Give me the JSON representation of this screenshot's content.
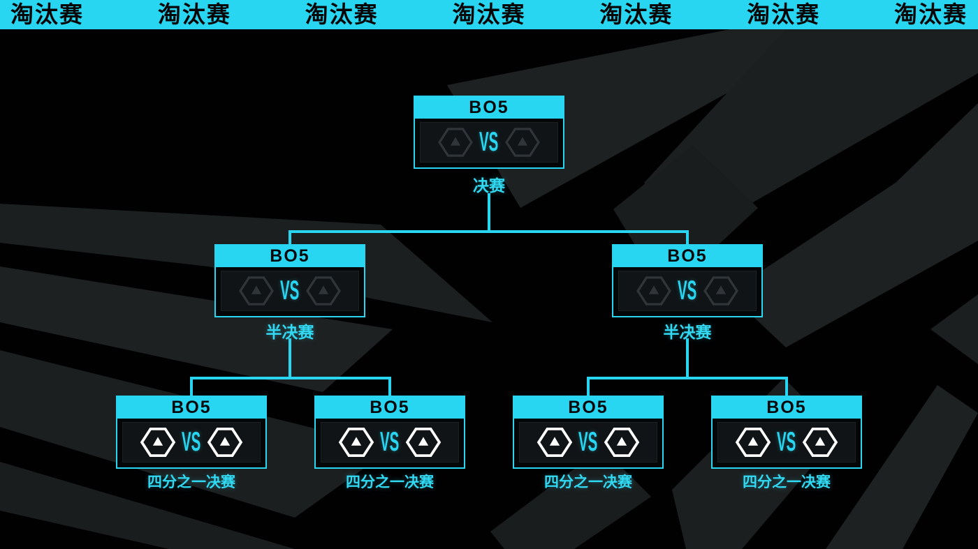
{
  "banner": {
    "items": [
      "淘汰赛",
      "淘汰赛",
      "淘汰赛",
      "淘汰赛",
      "淘汰赛",
      "淘汰赛",
      "淘汰赛"
    ]
  },
  "vs_label": "VS",
  "matches": {
    "final": {
      "format": "BO5",
      "round": "决赛"
    },
    "sf1": {
      "format": "BO5",
      "round": "半决赛"
    },
    "sf2": {
      "format": "BO5",
      "round": "半决赛"
    },
    "qf1": {
      "format": "BO5",
      "round": "四分之一决赛"
    },
    "qf2": {
      "format": "BO5",
      "round": "四分之一决赛"
    },
    "qf3": {
      "format": "BO5",
      "round": "四分之一决赛"
    },
    "qf4": {
      "format": "BO5",
      "round": "四分之一决赛"
    }
  },
  "icons": {
    "team_placeholder": "hexagon-with-triangle"
  },
  "colors": {
    "accent": "#29D6F2",
    "banner_bg": "#29D6F2",
    "banner_text": "#060607",
    "tbd_icon": "#2F3538",
    "ready_icon": "#FFFFFF",
    "box_bg": "#040607",
    "slot_bg": "#101416",
    "page_bg": "#010102",
    "bg_shape": "#1D2021"
  }
}
